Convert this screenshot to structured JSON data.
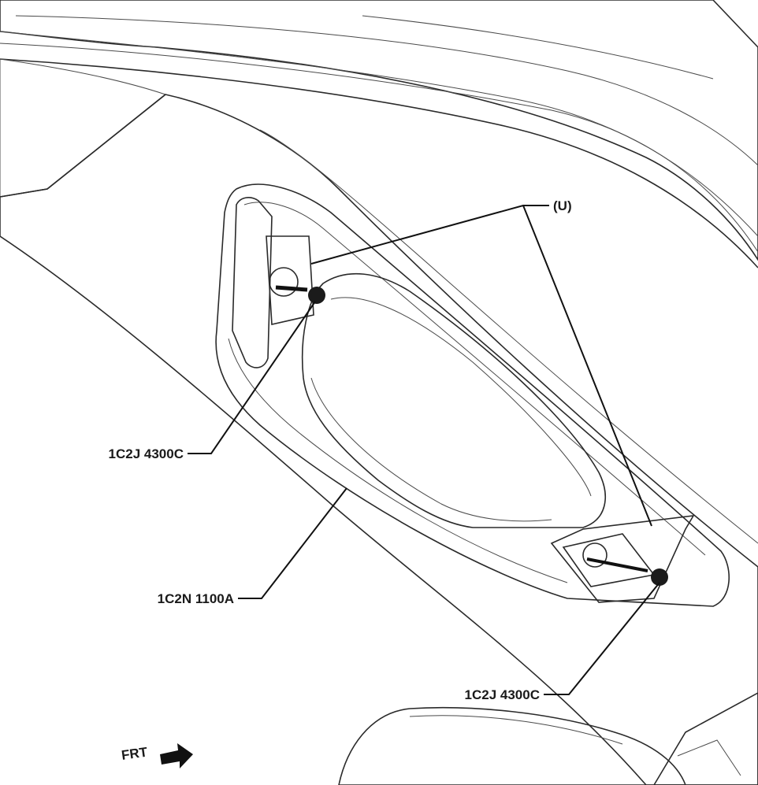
{
  "callouts": {
    "fastener_group": "(U)",
    "fastener_upper": "1C2J 4300C",
    "grab_handle": "1C2N 1100A",
    "fastener_lower": "1C2J 4300C"
  },
  "orientation": {
    "label": "FRT",
    "arrow_icon": "arrow-right-icon"
  },
  "colors": {
    "background": "#ffffff",
    "panel_light": "#d9d9d9",
    "panel_mid": "#b8b8b8",
    "panel_dark": "#8c8c8c",
    "line": "#111111"
  }
}
